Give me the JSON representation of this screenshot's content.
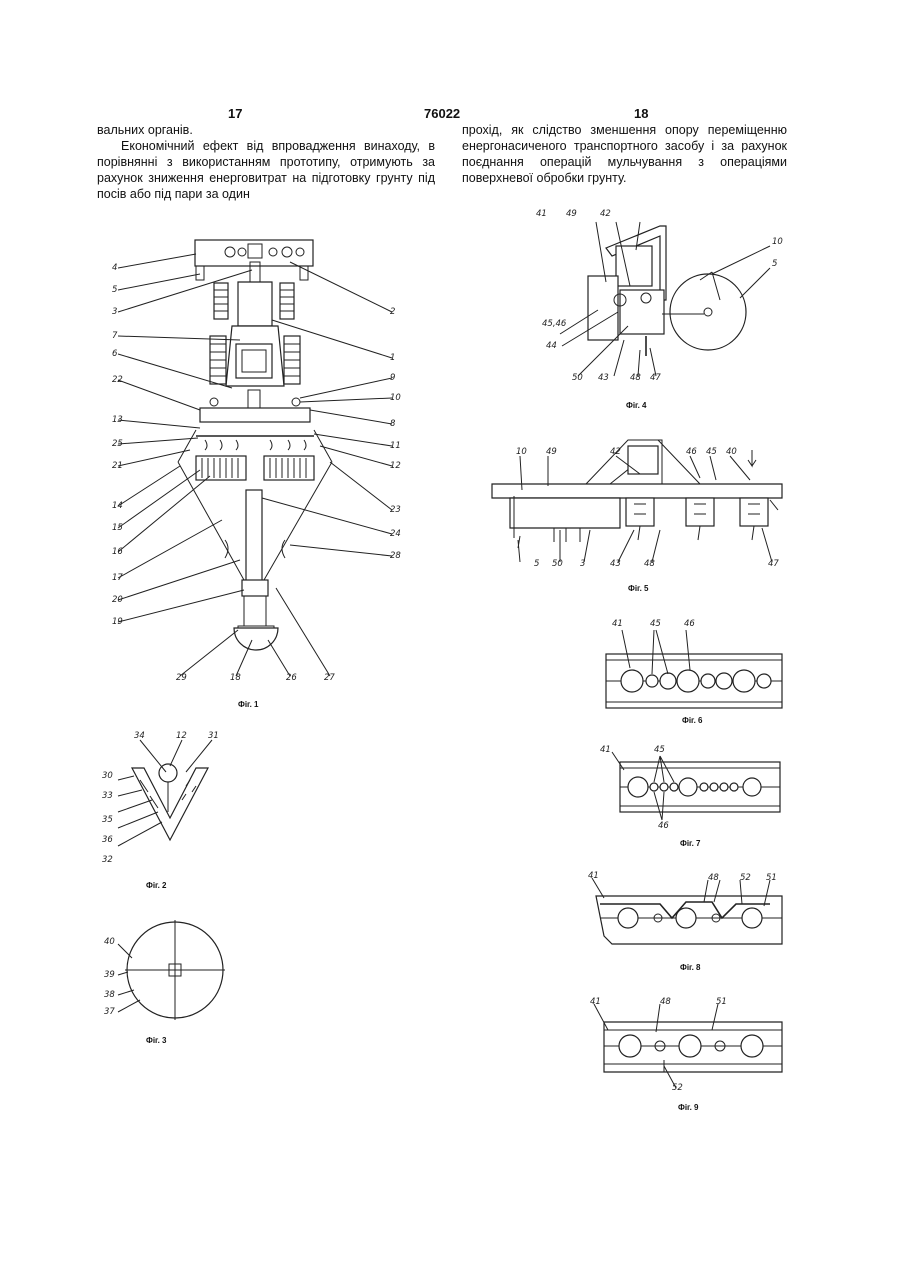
{
  "header": {
    "left_page": "17",
    "patent_no": "76022",
    "right_page": "18"
  },
  "left_column": {
    "line0": "вальних органів.",
    "paragraph": "Економічний ефект від впровадження винаходу, в порівнянні з використанням прототипу, отримують за рахунок зниження енерговитрат на підготовку грунту під посів або під пари за один"
  },
  "right_column": {
    "paragraph": "прохід, як слідство зменшення опору переміщенню енергонасиченого транспортного засобу і за рахунок поєднання операцій мульчування з операціями поверхневої обробки грунту."
  },
  "figures": {
    "fig1": {
      "caption": "Фіг. 1",
      "labels_left": [
        "4",
        "5",
        "3",
        "7",
        "6",
        "22",
        "13",
        "25",
        "21",
        "14",
        "15",
        "16",
        "17",
        "20",
        "19",
        "29"
      ],
      "labels_right": [
        "2",
        "1",
        "9",
        "10",
        "8",
        "11",
        "12",
        "23",
        "24",
        "28",
        "27",
        "26",
        "18"
      ]
    },
    "fig2": {
      "caption": "Фіг. 2",
      "labels": [
        "34",
        "12",
        "31",
        "30",
        "33",
        "35",
        "36",
        "32"
      ]
    },
    "fig3": {
      "caption": "Фіг. 3",
      "labels": [
        "40",
        "39",
        "38",
        "37"
      ]
    },
    "fig4": {
      "caption": "Фіг. 4",
      "labels": [
        "41",
        "49",
        "42",
        "10",
        "5",
        "45,46",
        "44",
        "50",
        "43",
        "48",
        "47"
      ]
    },
    "fig5": {
      "caption": "Фіг. 5",
      "labels": [
        "10",
        "49",
        "42",
        "46",
        "45",
        "40",
        "5",
        "50",
        "3",
        "43",
        "48",
        "47"
      ]
    },
    "fig6": {
      "caption": "Фіг. 6",
      "labels": [
        "41",
        "45",
        "46"
      ]
    },
    "fig7": {
      "caption": "Фіг. 7",
      "labels": [
        "41",
        "45",
        "46"
      ]
    },
    "fig8": {
      "caption": "Фіг. 8",
      "labels": [
        "41",
        "48",
        "52",
        "51"
      ]
    },
    "fig9": {
      "caption": "Фіг. 9",
      "labels": [
        "41",
        "48",
        "51",
        "52"
      ]
    }
  }
}
